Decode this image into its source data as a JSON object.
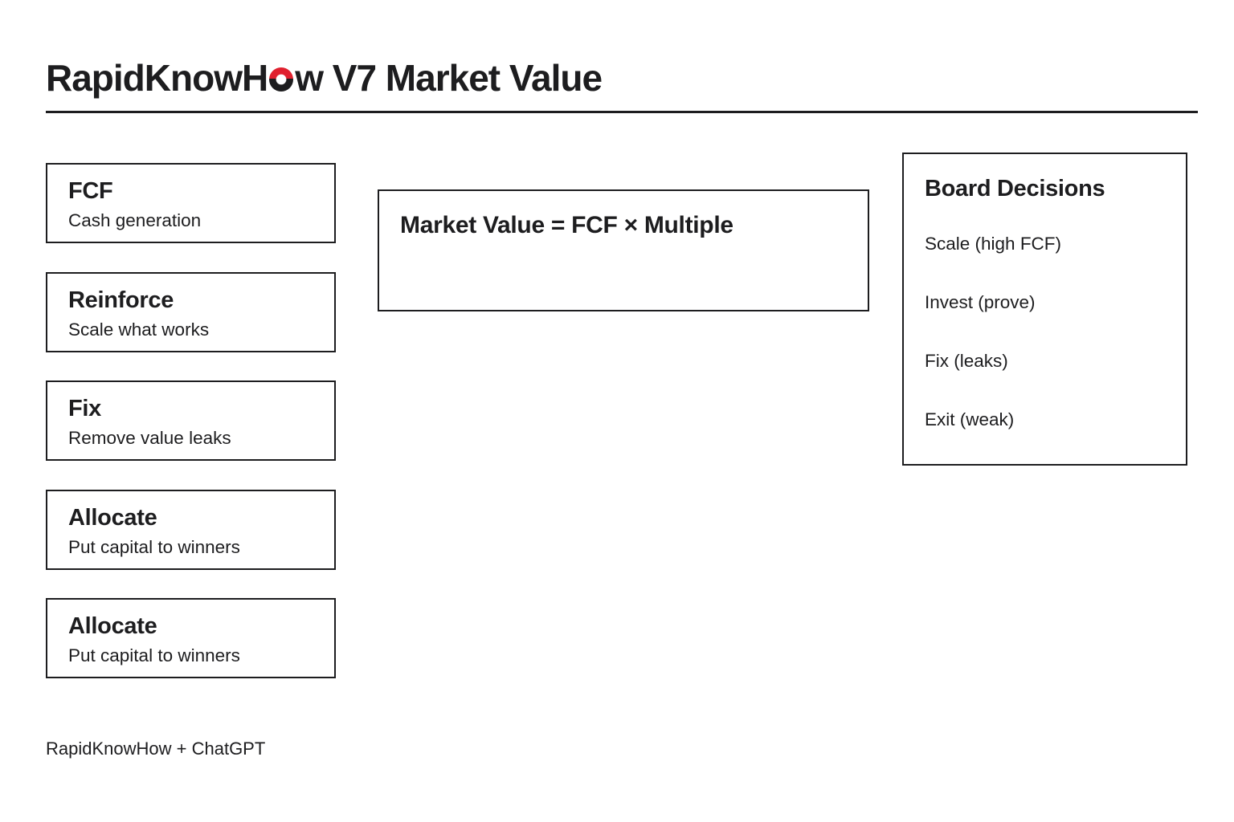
{
  "colors": {
    "ink": "#1d1d1f",
    "accent_red": "#e0202e",
    "background": "#ffffff"
  },
  "header": {
    "title_full": "RapidKnowHow V7 Market Value",
    "title_part1": "RapidKnowH",
    "title_o_letter": "o",
    "title_part2": "w V7 Market Value"
  },
  "process_boxes": [
    {
      "title": "FCF",
      "subtitle": "Cash generation"
    },
    {
      "title": "Reinforce",
      "subtitle": "Scale what works"
    },
    {
      "title": "Fix",
      "subtitle": "Remove value leaks"
    },
    {
      "title": "Allocate",
      "subtitle": "Put capital to winners"
    },
    {
      "title": "Allocate",
      "subtitle": "Put capital to winners"
    }
  ],
  "formula_box": {
    "text": "Market Value = FCF × Multiple"
  },
  "board_box": {
    "title": "Board Decisions",
    "items": [
      "Scale (high FCF)",
      "Invest (prove)",
      "Fix (leaks)",
      "Exit (weak)"
    ]
  },
  "footer": {
    "credit": "RapidKnowHow + ChatGPT"
  }
}
